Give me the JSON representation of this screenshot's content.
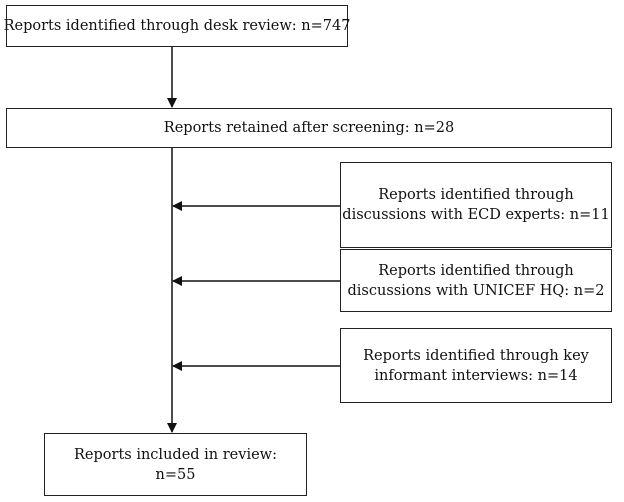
{
  "diagram": {
    "boxes": [
      {
        "id": "desk_review",
        "lines": [
          "Reports identified through desk review:  n=747"
        ]
      },
      {
        "id": "screening",
        "lines": [
          "Reports retained after screening: n=28"
        ]
      },
      {
        "id": "ecd_experts",
        "lines": [
          "Reports identified through",
          "discussions with ECD experts:  n=11"
        ]
      },
      {
        "id": "unicef_hq",
        "lines": [
          "Reports identified through",
          "discussions with UNICEF HQ:  n=2"
        ]
      },
      {
        "id": "key_informants",
        "lines": [
          "Reports identified through key",
          "informant interviews:  n=14"
        ]
      },
      {
        "id": "included",
        "lines": [
          "Reports included in review:",
          "n=55"
        ]
      }
    ]
  }
}
